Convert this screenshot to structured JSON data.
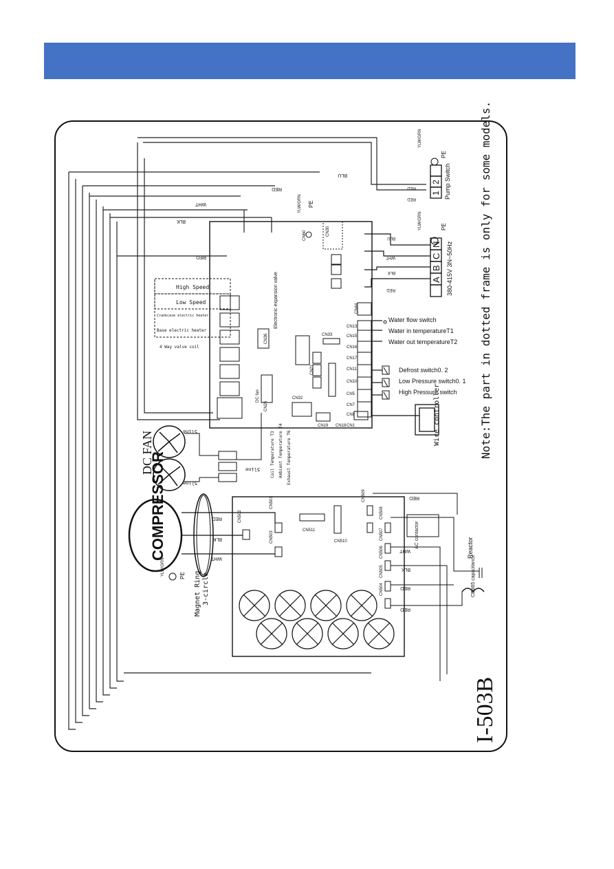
{
  "header": {
    "color": "#4472c4"
  },
  "diagram": {
    "model": "I-503B",
    "note": "Note:The part in dotted frame is only for some models.",
    "components": {
      "compressor": "COMPRESSOR",
      "dc_fan": "DC FAN",
      "magnet_ring": "Magnet Ring",
      "magnet_ring_sub": "3-circle",
      "wire_controller": "Wire controller",
      "reactor": "Reactor",
      "capacitance": "CBB65 capacitance",
      "ac_contactor": "AC contactor",
      "eev": "Electronic expansion valve",
      "high_speed": "High Speed",
      "low_speed": "Low Speed",
      "base_heater": "Base electric heater",
      "crankcase_heater": "Crankcase electric heater",
      "four_way": "4 Way valve coil",
      "dc_fan_label": "DC fan",
      "pump_switch": "Pump Switch",
      "power_spec": "380-415V 3N~50Hz"
    },
    "sensors": {
      "water_flow": "Water flow switch",
      "water_in": "Water in temperatureT1",
      "water_out": "Water out temperatureT2",
      "defrost": "Defrost switch0. 2",
      "low_pressure": "Low Pressure switch0. 1",
      "high_pressure": "High Pressure switch",
      "coil_temp": "Coil Temperature T3",
      "ambient_temp": "Ambient Temperature T4",
      "exhaust_temp": "Exhaust Temperature T6"
    },
    "wires": {
      "red": "RED",
      "blk": "BLK",
      "wht": "WHT",
      "blu": "BLU",
      "ylw_grn": "YLW/GRN",
      "pe": "PE",
      "line": "5line"
    },
    "terminals": {
      "a": "A",
      "b": "B",
      "c": "C",
      "n": "N",
      "t1": "1",
      "t2": "2"
    },
    "connectors": {
      "cn26": "CN26",
      "cn36": "CN36",
      "cn44": "CN44",
      "cn13": "CN13",
      "cn15": "CN15",
      "cn16": "CN16",
      "cn17": "CN17",
      "cn11": "CN11",
      "cn10": "CN10",
      "cn5": "CN5",
      "cn7": "CN7",
      "cn8": "CN8",
      "cn1": "CN1",
      "cn18": "CN18",
      "cn33": "CN33",
      "cn32": "CN32",
      "cn19": "CN19",
      "cn501": "CN501",
      "cn502": "CN502",
      "cn503": "CN503",
      "cn511": "CN511",
      "cn510": "CN510",
      "cn509": "CN509",
      "cn508": "CN508",
      "cn507": "CN507",
      "cn506": "CN506",
      "cn505": "CN505",
      "cn504": "CN504",
      "cn60": "CN60",
      "cn21": "CN21",
      "cn30": "CN30"
    }
  }
}
